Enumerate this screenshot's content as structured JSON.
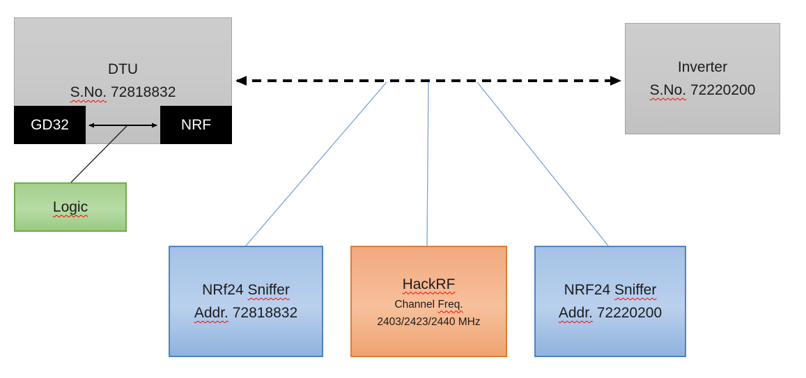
{
  "nodes": {
    "dtu": {
      "title": "DTU",
      "serial_word": "S.No.",
      "serial_number": "72818832"
    },
    "gd32": {
      "label": "GD32"
    },
    "nrf": {
      "label": "NRF"
    },
    "logic": {
      "label": "Logic"
    },
    "inverter": {
      "title": "Inverter",
      "serial_word": "S.No.",
      "serial_number": "72220200"
    },
    "sniffer_left": {
      "chip": "NRf24",
      "word": "Sniffer",
      "addr_word": "Addr.",
      "addr_number": "72818832"
    },
    "hackrf": {
      "title": "HackRF",
      "line2_word1": "Channel",
      "line2_word2": "Freq.",
      "line3": "2403/2423/2440 MHz"
    },
    "sniffer_right": {
      "chip": "NRF24",
      "word": "Sniffer",
      "addr_word": "Addr.",
      "addr_number": "72220200"
    }
  },
  "colors": {
    "box_gray_fill": "#C9C9C9",
    "box_gray_border": "#A3A3A3",
    "box_black": "#000000",
    "box_green_fill": "#A9D18E",
    "box_green_border": "#70AD47",
    "box_blue_fill": "#A8C6E8",
    "box_blue_border": "#4F81C2",
    "box_orange_fill": "#F4B183",
    "box_orange_border": "#E07B33",
    "connector_blue": "#7AA4D4",
    "arrow_black": "#000000",
    "squiggle_red": "#FF0000",
    "text_dark": "#1B1B1B",
    "text_white": "#FFFFFF"
  }
}
